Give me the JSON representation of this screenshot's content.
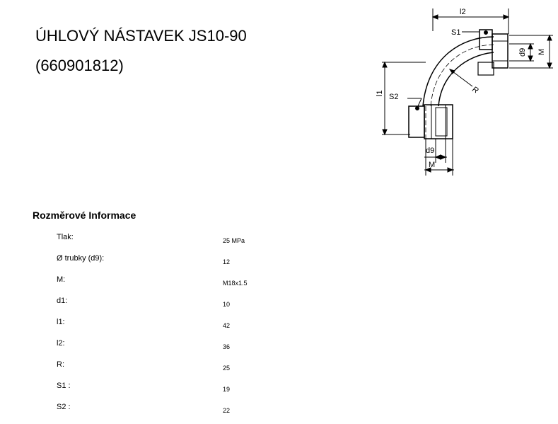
{
  "product": {
    "title_line1": "ÚHLOVÝ NÁSTAVEK JS10-90",
    "title_line2": "(660901812)"
  },
  "drawing": {
    "labels": {
      "l2": "l2",
      "s1": "S1",
      "d9_right": "d9",
      "m_right": "M",
      "l1": "l1",
      "s2": "S2",
      "r": "R",
      "d9_bottom": "d9",
      "m_bottom": "M"
    }
  },
  "specs": {
    "heading": "Rozměrové Informace",
    "rows": [
      {
        "label": "Tlak:",
        "value": "25  MPa"
      },
      {
        "label": "Ø trubky (d9):",
        "value": "12"
      },
      {
        "label": "M:",
        "value": "M18x1.5"
      },
      {
        "label": "d1:",
        "value": "10"
      },
      {
        "label": "l1:",
        "value": "42"
      },
      {
        "label": "l2:",
        "value": "36"
      },
      {
        "label": "R:",
        "value": "25"
      },
      {
        "label": "S1 :",
        "value": "19"
      },
      {
        "label": "S2 :",
        "value": "22"
      }
    ]
  }
}
